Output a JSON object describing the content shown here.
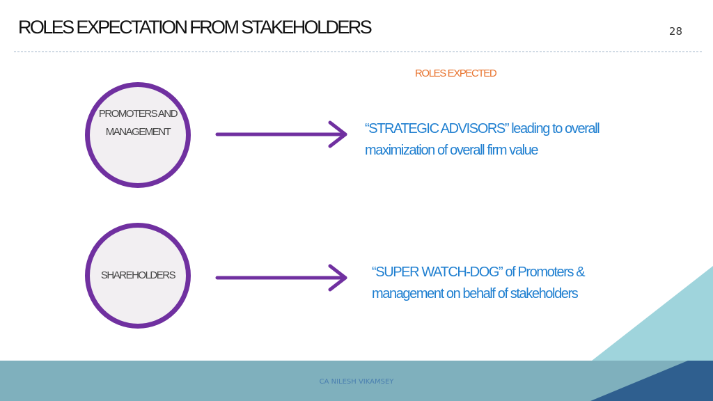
{
  "slide": {
    "title": "ROLES EXPECTATION FROM STAKEHOLDERS",
    "page_number": "28",
    "roles_heading": "ROLES EXPECTED",
    "rows": [
      {
        "stakeholder_line1": "PROMOTERS AND",
        "stakeholder_line2": "MANAGEMENT",
        "role_line1": "“STRATEGIC ADVISORS” leading to overall",
        "role_line2": "maximization of overall firm value"
      },
      {
        "stakeholder_line1": "SHAREHOLDERS",
        "role_line1": "“SUPER WATCH-DOG” of Promoters &",
        "role_line2": "management on behalf of stakeholders"
      }
    ],
    "footer": "CA NILESH VIKAMSEY"
  },
  "colors": {
    "accent_purple": "#7030a0",
    "role_text_blue": "#1f7fd0",
    "heading_orange": "#e8732e",
    "band_teal": "#7fb0bd",
    "band_dark_blue": "#2f5f8f",
    "band_light_teal": "#9fd4dc"
  }
}
